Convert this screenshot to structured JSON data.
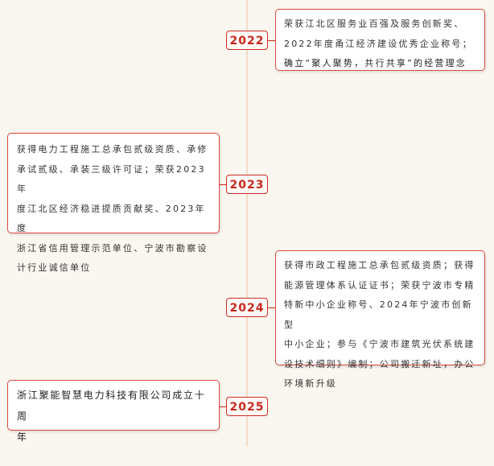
{
  "timeline": {
    "items": [
      {
        "year": "2022",
        "side": "right",
        "lines": [
          "荣获江北区服务业百强及服务创新奖、",
          "2022年度甬江经济建设优秀企业称号；",
          "确立“聚人聚势，共行共享”的经营理念"
        ]
      },
      {
        "year": "2023",
        "side": "left",
        "lines": [
          "获得电力工程施工总承包贰级资质、承修",
          "承试贰级、承装三级许可证；荣获2023年",
          "度江北区经济稳进提质贡献奖、2023年度",
          "浙江省信用管理示范单位、宁波市勘察设",
          "计行业诚信单位"
        ]
      },
      {
        "year": "2024",
        "side": "right",
        "lines": [
          "获得市政工程施工总承包贰级资质；获得",
          "能源管理体系认证证书；荣获宁波市专精",
          "特新中小企业称号、2024年宁波市创新型",
          "中小企业；参与《宁波市建筑光伏系统建",
          "设技术细则》编制；公司搬迁新址，办公",
          "环境新升级"
        ]
      },
      {
        "year": "2025",
        "side": "left",
        "lines": [
          "浙江聚能智慧电力科技有限公司成立十周",
          "年"
        ]
      }
    ]
  },
  "colors": {
    "accent": "#cc2b22",
    "axis": "#f3dcc4",
    "background": "#faf6f0"
  }
}
